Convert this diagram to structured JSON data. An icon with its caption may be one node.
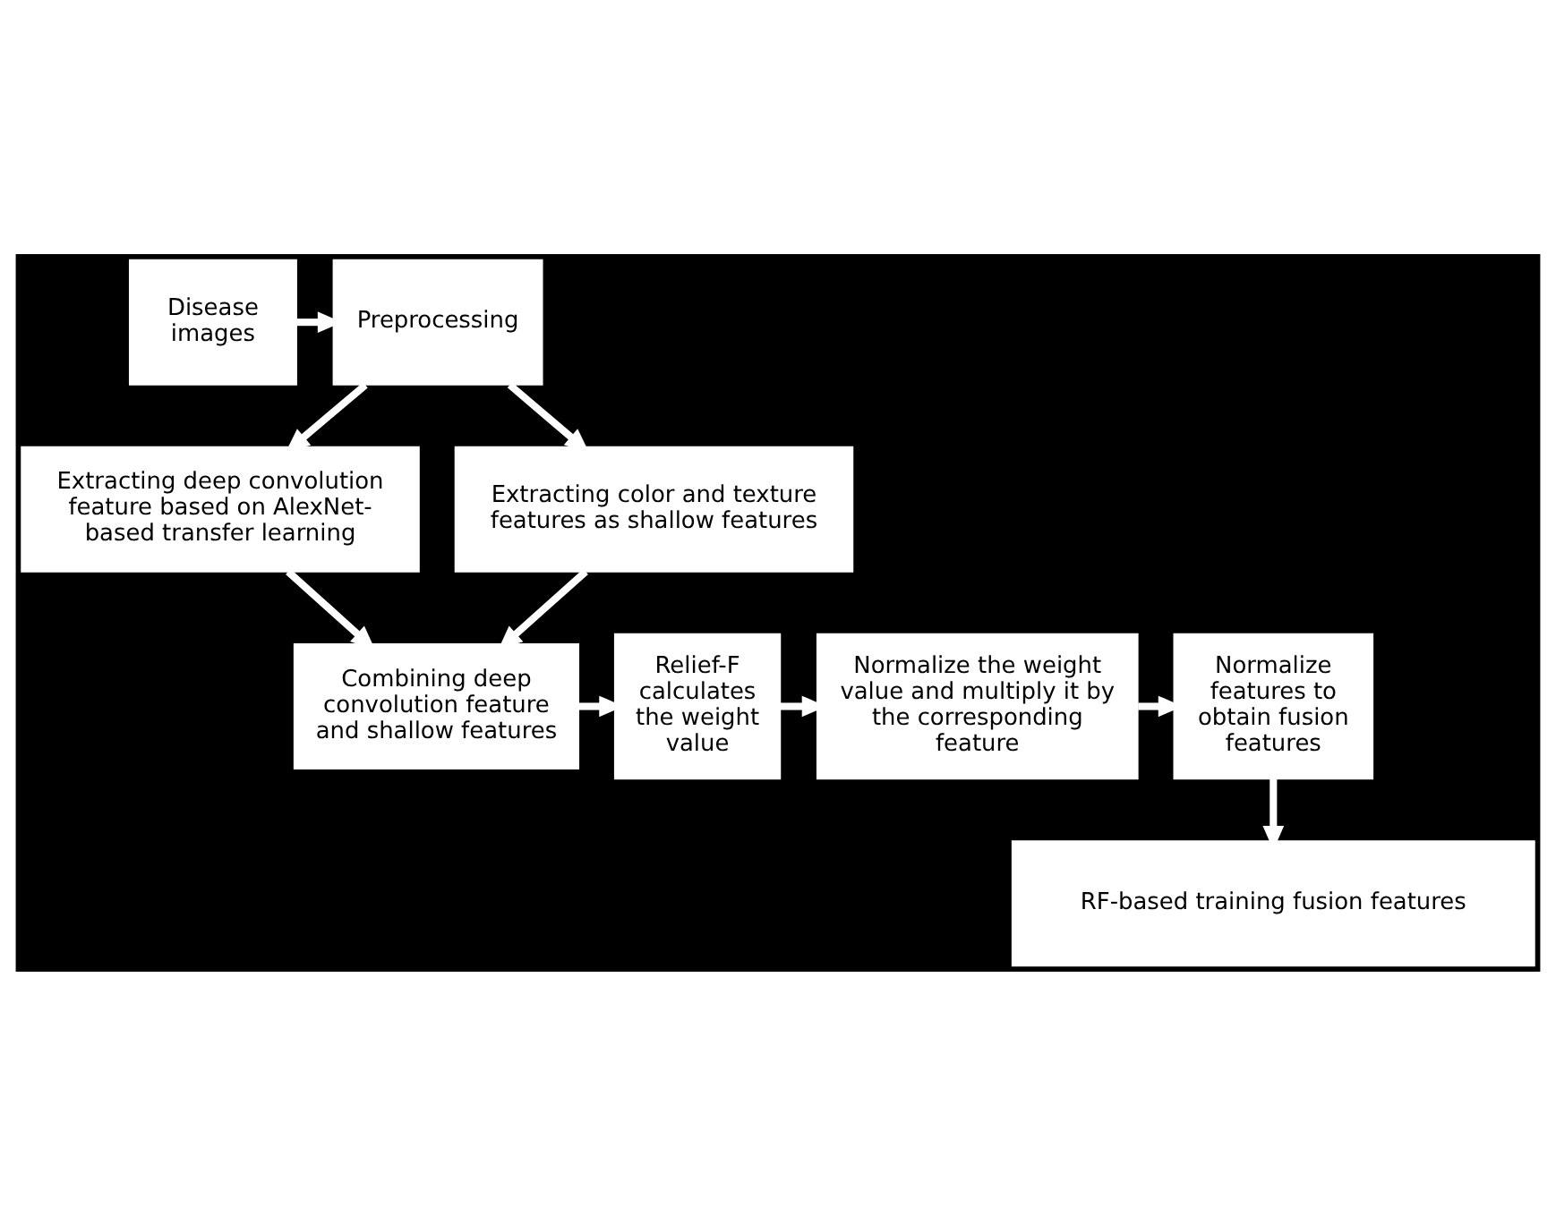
{
  "diagram": {
    "nodes": [
      {
        "text": [
          "Disease images"
        ]
      },
      {
        "text": [
          "Preprocessing"
        ]
      },
      {
        "text": [
          "Extracting deep convolution feature based on AlexNet-based transfer learning"
        ]
      },
      {
        "text": [
          "Extracting color and texture features as shallow features"
        ]
      },
      {
        "text": [
          "Combining deep convolution feature and shallow features"
        ]
      },
      {
        "text": [
          "Relief-F calculates the weight value"
        ]
      },
      {
        "text": [
          "Normalize the weight value and multiply it by the corresponding feature"
        ]
      },
      {
        "text": [
          "Normalize features to obtain fusion features"
        ]
      },
      {
        "text": [
          "RF-based training fusion features"
        ]
      }
    ],
    "edges": [
      {
        "from": 0,
        "to": 1,
        "arrow": "to"
      },
      {
        "from": 1,
        "to": 2,
        "arrow": "to"
      },
      {
        "from": 1,
        "to": 3,
        "arrow": "to"
      },
      {
        "from": 2,
        "to": 4,
        "arrow": "to"
      },
      {
        "from": 3,
        "to": 4,
        "arrow": "to"
      },
      {
        "from": 4,
        "to": 5,
        "arrow": "to"
      },
      {
        "from": 5,
        "to": 6,
        "arrow": "to"
      },
      {
        "from": 6,
        "to": 7,
        "arrow": "to"
      },
      {
        "from": 7,
        "to": 8,
        "arrow": "to"
      }
    ]
  }
}
